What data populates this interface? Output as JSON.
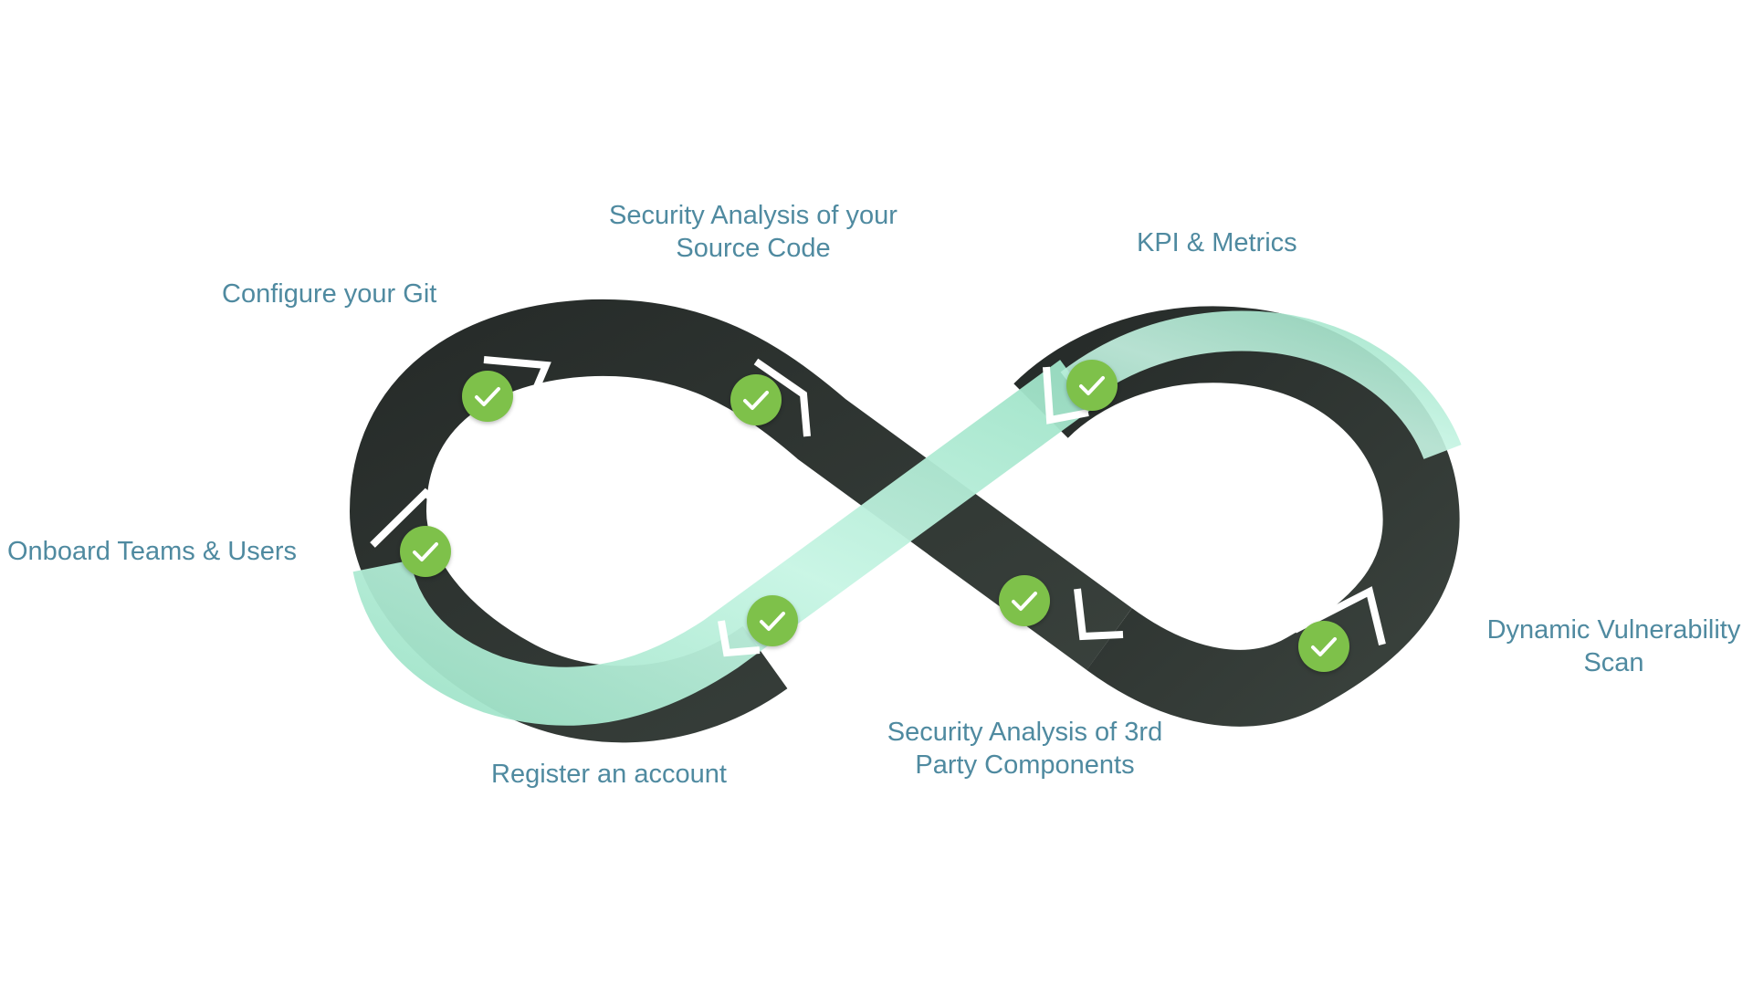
{
  "diagram": {
    "type": "infinity-loop-process",
    "colors": {
      "dark_band": "#2a302d",
      "mint_band": "#a4e6cc",
      "label_text": "#4f8aa0",
      "check_badge": "#7ec14a",
      "check_mark": "#ffffff"
    },
    "steps": [
      {
        "id": "onboard",
        "lines": [
          "Onboard Teams & Users"
        ],
        "completed": true,
        "icon": "checkmark-icon"
      },
      {
        "id": "git",
        "lines": [
          "Configure your Git"
        ],
        "completed": true,
        "icon": "checkmark-icon"
      },
      {
        "id": "source",
        "lines": [
          "Security Analysis of your",
          "Source Code"
        ],
        "completed": true,
        "icon": "checkmark-icon"
      },
      {
        "id": "thirdparty",
        "lines": [
          "Security Analysis of 3rd",
          "Party Components"
        ],
        "completed": true,
        "icon": "checkmark-icon"
      },
      {
        "id": "dynamic",
        "lines": [
          "Dynamic Vulnerability",
          "Scan"
        ],
        "completed": true,
        "icon": "checkmark-icon"
      },
      {
        "id": "kpi",
        "lines": [
          "KPI & Metrics"
        ],
        "completed": true,
        "icon": "checkmark-icon"
      },
      {
        "id": "register",
        "lines": [
          "Register an account"
        ],
        "completed": true,
        "icon": "checkmark-icon"
      }
    ]
  }
}
